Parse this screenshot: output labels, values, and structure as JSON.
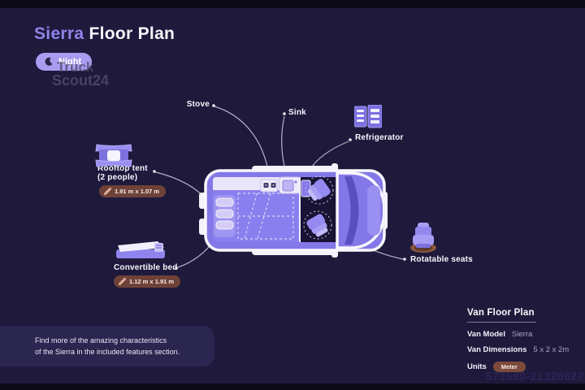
{
  "header": {
    "title_model": "Sierra",
    "title_rest": "Floor Plan",
    "mode_toggle_label": "Night"
  },
  "watermark": {
    "line1": "Truck",
    "line2": "Scout24",
    "listing_id": "573580-21320627"
  },
  "features": [
    {
      "id": "stove",
      "label": "Stove"
    },
    {
      "id": "sink",
      "label": "Sink"
    },
    {
      "id": "refrigerator",
      "label": "Refrigerator"
    },
    {
      "id": "rooftop-tent",
      "label": "Rooftop tent",
      "sublabel": "(2 people)",
      "dimensions": "1.91 m x 1.07 m"
    },
    {
      "id": "convertible-bed",
      "label": "Convertible bed",
      "dimensions": "1.12 m x 1.91 m"
    },
    {
      "id": "rotatable-seats",
      "label": "Rotatable seats"
    }
  ],
  "note": {
    "line1": "Find more of the amazing characteristics",
    "line2": "of the Sierra in the included features section."
  },
  "details_panel": {
    "heading": "Van Floor Plan",
    "rows": [
      {
        "label": "Van Model",
        "value": "Sierra"
      },
      {
        "label": "Van Dimensions",
        "value": "5 x 2 x 2m"
      },
      {
        "label": "Units",
        "value": "Meter"
      }
    ]
  },
  "colors": {
    "background": "#1f1a3c",
    "accent_purple": "#8478e9",
    "badge_brown": "#6e4238",
    "night_pill": "#a89bf0"
  }
}
